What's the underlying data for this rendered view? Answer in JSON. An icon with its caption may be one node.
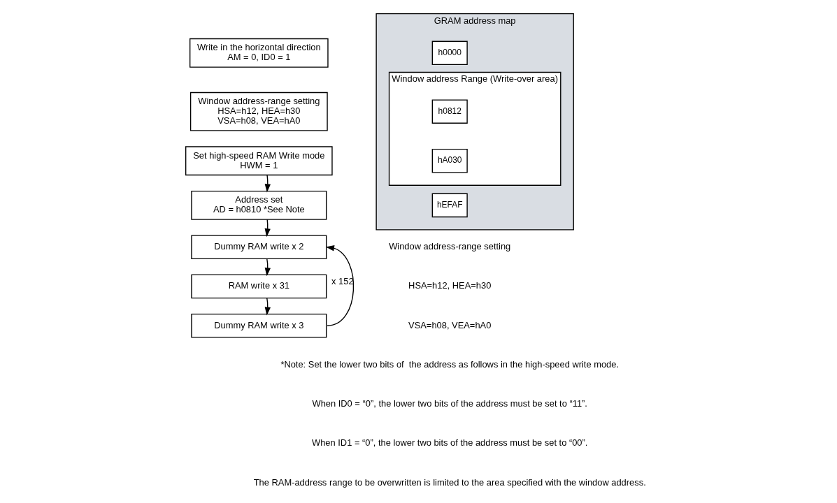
{
  "diagram": {
    "nodes": [
      {
        "text": [
          "Write in the horizontal direction",
          "AM = 0, ID0 = 1"
        ]
      },
      {
        "text": [
          "Window address-range setting",
          "HSA=h12, HEA=h30",
          "VSA=h08, VEA=hA0"
        ]
      },
      {
        "text": [
          "Set high-speed RAM Write mode",
          "HWM = 1"
        ]
      },
      {
        "text": [
          "Address set",
          "AD = h0810 *See Note"
        ]
      },
      {
        "text": [
          "Dummy RAM write x 2"
        ]
      },
      {
        "text": [
          "RAM write x 31"
        ]
      },
      {
        "text": [
          "Dummy RAM write x 3"
        ]
      },
      {
        "text": [
          "GRAM address map"
        ]
      },
      {
        "text": [
          "h0000"
        ],
        "in": 7
      },
      {
        "text": [
          "Window address Range (Write-over area)"
        ],
        "in": 7
      },
      {
        "text": [
          "h0812"
        ],
        "in": 9
      },
      {
        "text": [
          "hA030"
        ],
        "in": 9
      },
      {
        "text": [
          "hEFAF"
        ],
        "in": 7
      }
    ],
    "edges": [
      {
        "from": 2,
        "to": 3,
        "arrow": "to"
      },
      {
        "from": 3,
        "to": 4,
        "arrow": "to"
      },
      {
        "from": 4,
        "to": 5,
        "arrow": "to"
      },
      {
        "from": 5,
        "to": 6,
        "arrow": "to"
      },
      {
        "from": 6,
        "to": 4,
        "arrow": "to",
        "label": "x 152"
      }
    ],
    "labels": [
      "Window address-range setting",
      "HSA=h12, HEA=h30",
      "VSA=h08, VEA=hA0",
      "*Note: Set the lower two bits of  the address as follows in the high-speed write mode.",
      "When ID0 = “0”, the lower two bits of the address must be set to “11”.",
      "When ID1 = “0”, the lower two bits of the address must be set to “00”.",
      "The RAM-address range to be overwritten is limited to the area specified with the window address."
    ]
  }
}
